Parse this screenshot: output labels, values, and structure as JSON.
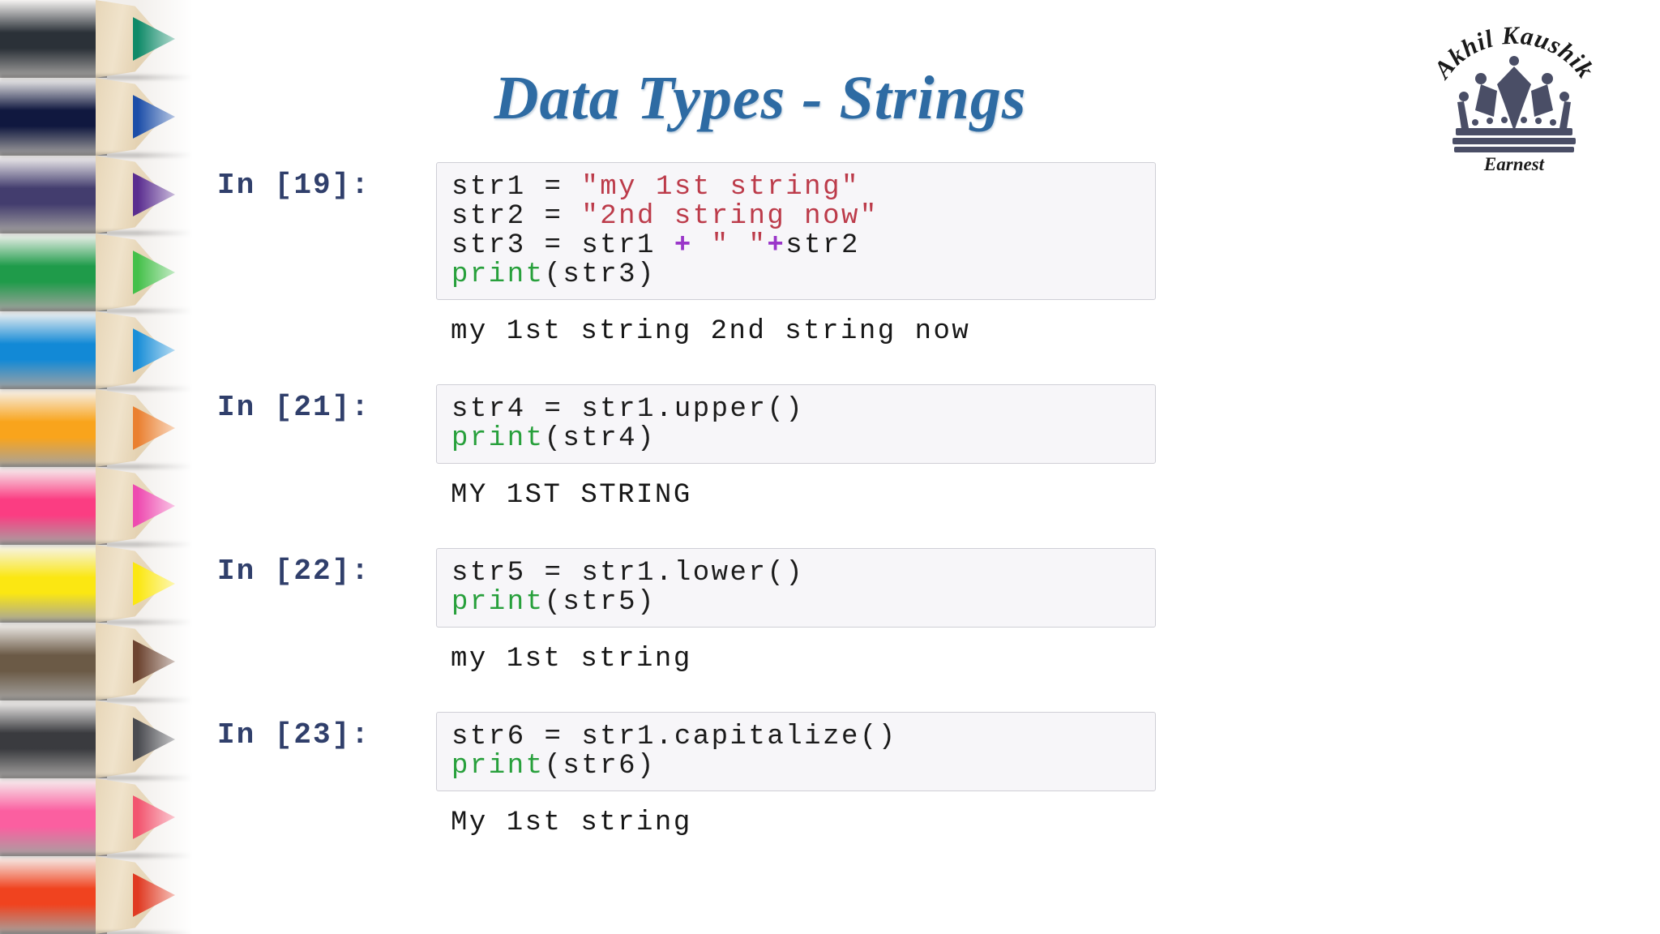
{
  "page": {
    "title": "Data Types - Strings",
    "title_color": "#2e6ba3",
    "background": "#ffffff"
  },
  "logo": {
    "top_text": "Akhil Kaushik",
    "bottom_text": "Earnest",
    "icon": "crown-icon",
    "color": "#4a4e66"
  },
  "decoration": {
    "name": "colored-pencils-strip",
    "pencils": [
      {
        "barrel": "#2b3138",
        "lead": "#0f8a68"
      },
      {
        "barrel": "#10183f",
        "lead": "#1c4ea8"
      },
      {
        "barrel": "#433d6e",
        "lead": "#5a2d8f"
      },
      {
        "barrel": "#1f9b4a",
        "lead": "#45c04a"
      },
      {
        "barrel": "#1289d6",
        "lead": "#1b8fd8"
      },
      {
        "barrel": "#f9a41c",
        "lead": "#ea8030"
      },
      {
        "barrel": "#fb3d82",
        "lead": "#ee4bb0"
      },
      {
        "barrel": "#fbe712",
        "lead": "#fbe712"
      },
      {
        "barrel": "#6b5a46",
        "lead": "#6d4430"
      },
      {
        "barrel": "#3a3b3f",
        "lead": "#4a4b50"
      },
      {
        "barrel": "#fb5fa0",
        "lead": "#f2556f"
      },
      {
        "barrel": "#f0431f",
        "lead": "#e03a22"
      }
    ]
  },
  "notebook": {
    "syntax_colors": {
      "string": "#bc3b4a",
      "operator": "#9a36c9",
      "function": "#28a03c",
      "prompt": "#303f6b",
      "code_bg": "#f7f6f9",
      "code_border": "#cfcfd6"
    },
    "cells": [
      {
        "prompt": "In [19]:",
        "code_lines": [
          [
            {
              "t": "str1 = ",
              "c": "plain"
            },
            {
              "t": "\"my 1st string\"",
              "c": "string"
            }
          ],
          [
            {
              "t": "str2 = ",
              "c": "plain"
            },
            {
              "t": "\"2nd string now\"",
              "c": "string"
            }
          ],
          [
            {
              "t": "str3 = str1 ",
              "c": "plain"
            },
            {
              "t": "+",
              "c": "operator"
            },
            {
              "t": " ",
              "c": "plain"
            },
            {
              "t": "\" \"",
              "c": "string"
            },
            {
              "t": "+",
              "c": "operator"
            },
            {
              "t": "str2",
              "c": "plain"
            }
          ],
          [
            {
              "t": "print",
              "c": "function"
            },
            {
              "t": "(str3)",
              "c": "plain"
            }
          ]
        ],
        "output": "my 1st string 2nd string now"
      },
      {
        "prompt": "In [21]:",
        "code_lines": [
          [
            {
              "t": "str4 = str1.upper()",
              "c": "plain"
            }
          ],
          [
            {
              "t": "print",
              "c": "function"
            },
            {
              "t": "(str4)",
              "c": "plain"
            }
          ]
        ],
        "output": "MY 1ST STRING"
      },
      {
        "prompt": "In [22]:",
        "code_lines": [
          [
            {
              "t": "str5 = str1.lower()",
              "c": "plain"
            }
          ],
          [
            {
              "t": "print",
              "c": "function"
            },
            {
              "t": "(str5)",
              "c": "plain"
            }
          ]
        ],
        "output": "my 1st string"
      },
      {
        "prompt": "In [23]:",
        "code_lines": [
          [
            {
              "t": "str6 = str1.capitalize()",
              "c": "plain"
            }
          ],
          [
            {
              "t": "print",
              "c": "function"
            },
            {
              "t": "(str6)",
              "c": "plain"
            }
          ]
        ],
        "output": "My 1st string"
      }
    ]
  }
}
